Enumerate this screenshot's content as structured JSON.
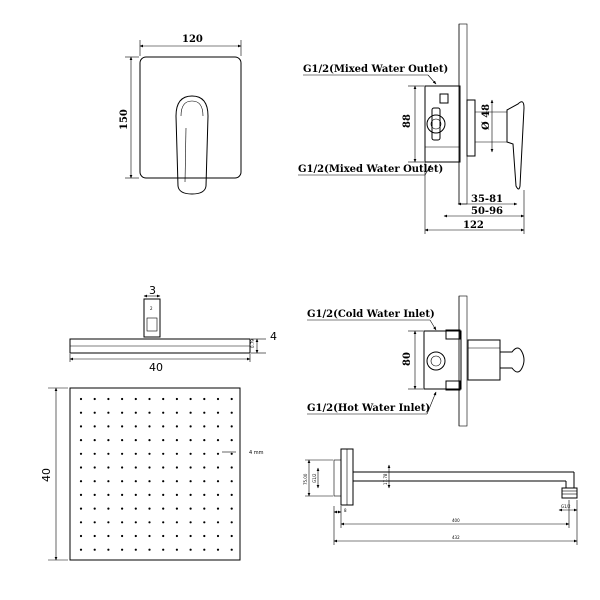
{
  "mixer_front": {
    "width": "120",
    "height": "150"
  },
  "mixer_side": {
    "top_outlet": "G1/2(Mixed Water Outlet)",
    "bottom_outlet": "G1/2(Mixed Water Outlet)",
    "body_height": "88",
    "diameter": "Ø 48",
    "depth_range_1": "35-81",
    "depth_range_2": "50-96",
    "total_depth": "122"
  },
  "inlet_side": {
    "cold_inlet": "G1/2(Cold Water Inlet)",
    "hot_inlet": "G1/2(Hot Water Inlet)",
    "body_height": "80"
  },
  "head_side": {
    "top_dim": "3",
    "thickness": "4",
    "width": "40",
    "small_label": "2",
    "inner_label": "0.79"
  },
  "head_plan": {
    "size": "40",
    "nozzle_spacing": "4 mm"
  },
  "arm": {
    "flange_dim": "75.00",
    "flange_thread": "G1/2",
    "height_dim": "17.78",
    "wall_gap": "8",
    "arm_length": "400",
    "total_length": "432",
    "outlet_thread": "G1/2"
  }
}
